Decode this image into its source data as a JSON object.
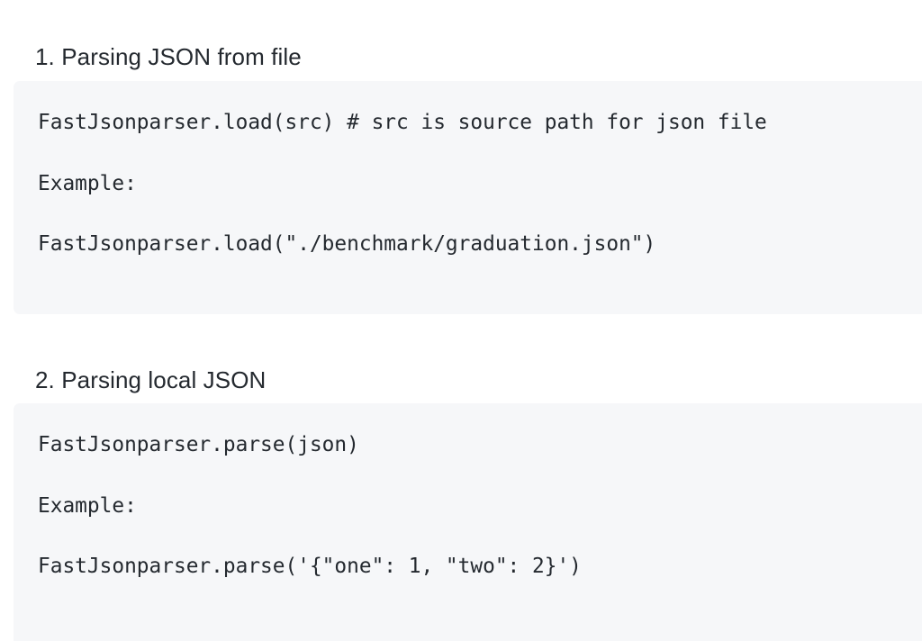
{
  "page": {
    "background_color": "#ffffff",
    "code_block_background": "#f6f7f9",
    "text_color": "#24292f"
  },
  "sections": [
    {
      "heading": "1. Parsing JSON from file",
      "code_lines": [
        "FastJsonparser.load(src) # src is source path for json file",
        "Example:",
        "FastJsonparser.load(\"./benchmark/graduation.json\")"
      ]
    },
    {
      "heading": "2. Parsing local JSON",
      "code_lines": [
        "FastJsonparser.parse(json)",
        "Example:",
        "FastJsonparser.parse('{\"one\": 1, \"two\": 2}')"
      ]
    }
  ]
}
